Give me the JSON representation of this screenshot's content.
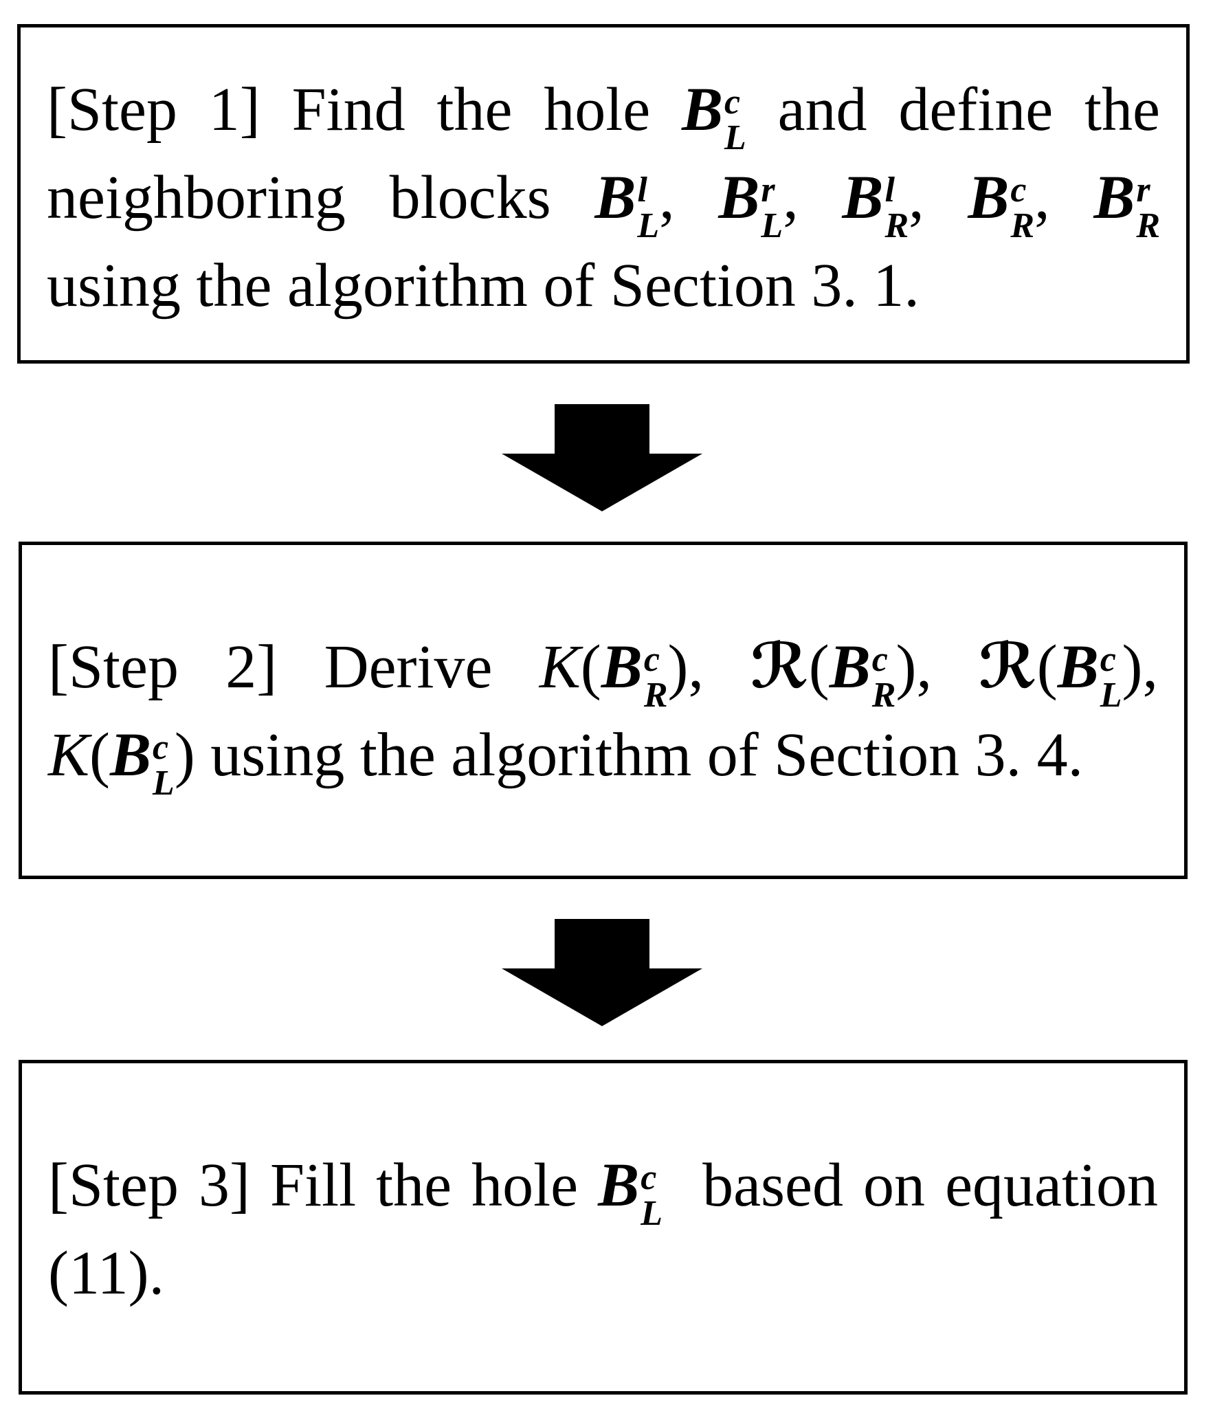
{
  "colors": {
    "background": "#ffffff",
    "text": "#000000",
    "box_border": "#000000",
    "arrow_fill": "#000000"
  },
  "figure_type": "flowchart",
  "steps": [
    {
      "id": "step-1",
      "lines": [
        {
          "justify": true,
          "seg": [
            {
              "t": "[Step 1] Find the hole "
            },
            {
              "b": {
                "base": "B",
                "sup": "c",
                "sub": "L"
              }
            },
            {
              "t": " and define the"
            }
          ]
        },
        {
          "justify": true,
          "seg": [
            {
              "t": "neighboring blocks "
            },
            {
              "b": {
                "base": "B",
                "sup": "l",
                "sub": "L"
              }
            },
            {
              "t": ", "
            },
            {
              "b": {
                "base": "B",
                "sup": "r",
                "sub": "L"
              }
            },
            {
              "t": ", "
            },
            {
              "b": {
                "base": "B",
                "sup": "l",
                "sub": "R"
              }
            },
            {
              "t": ", "
            },
            {
              "b": {
                "base": "B",
                "sup": "c",
                "sub": "R"
              }
            },
            {
              "t": ", "
            },
            {
              "b": {
                "base": "B",
                "sup": "r",
                "sub": "R"
              }
            }
          ]
        },
        {
          "justify": false,
          "seg": [
            {
              "t": "using the algorithm of Section 3. 1."
            }
          ]
        }
      ]
    },
    {
      "id": "step-2",
      "lines": [
        {
          "justify": true,
          "seg": [
            {
              "t": "[Step 2] Derive "
            },
            {
              "k": "K"
            },
            {
              "t": "("
            },
            {
              "b": {
                "base": "B",
                "sup": "c",
                "sub": "R"
              }
            },
            {
              "t": "), "
            },
            {
              "r": "ℛ"
            },
            {
              "t": "("
            },
            {
              "b": {
                "base": "B",
                "sup": "c",
                "sub": "R"
              }
            },
            {
              "t": "), "
            },
            {
              "r": "ℛ"
            },
            {
              "t": "("
            },
            {
              "b": {
                "base": "B",
                "sup": "c",
                "sub": "L"
              }
            },
            {
              "t": "),"
            }
          ]
        },
        {
          "justify": false,
          "seg": [
            {
              "k": "K"
            },
            {
              "t": "("
            },
            {
              "b": {
                "base": "B",
                "sup": "c",
                "sub": "L"
              }
            },
            {
              "t": ") using the algorithm of Section 3. 4."
            }
          ]
        }
      ]
    },
    {
      "id": "step-3",
      "lines": [
        {
          "justify": true,
          "seg": [
            {
              "t": "[Step 3] Fill the hole "
            },
            {
              "b": {
                "base": "B",
                "sup": "c",
                "sub": "L"
              }
            },
            {
              "t": "  based on equation"
            }
          ]
        },
        {
          "justify": false,
          "seg": [
            {
              "t": "(11)."
            }
          ]
        }
      ]
    }
  ],
  "connectors": [
    {
      "icon": "down-arrow"
    },
    {
      "icon": "down-arrow"
    }
  ]
}
